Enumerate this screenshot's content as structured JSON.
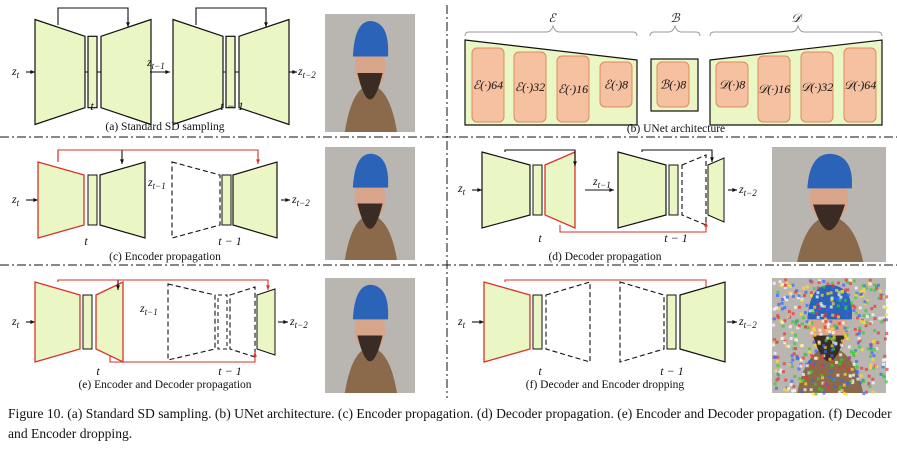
{
  "labels": {
    "zt": "z",
    "t_sub": "t",
    "zt1_sub": "t−1",
    "zt2_sub": "t−2",
    "t": "t",
    "t1": "t − 1"
  },
  "panels": {
    "a": "(a) Standard SD sampling",
    "b": "(b) UNet architecture",
    "c": "(c) Encoder propagation",
    "d": "(d) Decoder propagation",
    "e": "(e) Encoder and Decoder propagation",
    "f": "(f) Decoder and Encoder dropping"
  },
  "unet": {
    "groups": [
      "ℰ",
      "ℬ",
      "𝒟"
    ],
    "encoder_blocks": [
      "ℰ(·)64",
      "ℰ(·)32",
      "ℰ(·)16",
      "ℰ(·)8"
    ],
    "bottleneck_blocks": [
      "ℬ(·)8"
    ],
    "decoder_blocks": [
      "𝒟(·)8",
      "𝒟(·)16",
      "𝒟(·)32",
      "𝒟(·)64"
    ]
  },
  "caption": "Figure 10. (a) Standard SD sampling. (b) UNet architecture. (c) Encoder propagation. (d) Decoder propagation. (e) Encoder and Decoder propagation. (f) Decoder and Encoder dropping.",
  "colors": {
    "fill": "#eaf7c4",
    "red": "#d9322b",
    "block": "#f5c1a0",
    "block_stroke": "#d98c5a",
    "hat": "#2a63b8"
  }
}
